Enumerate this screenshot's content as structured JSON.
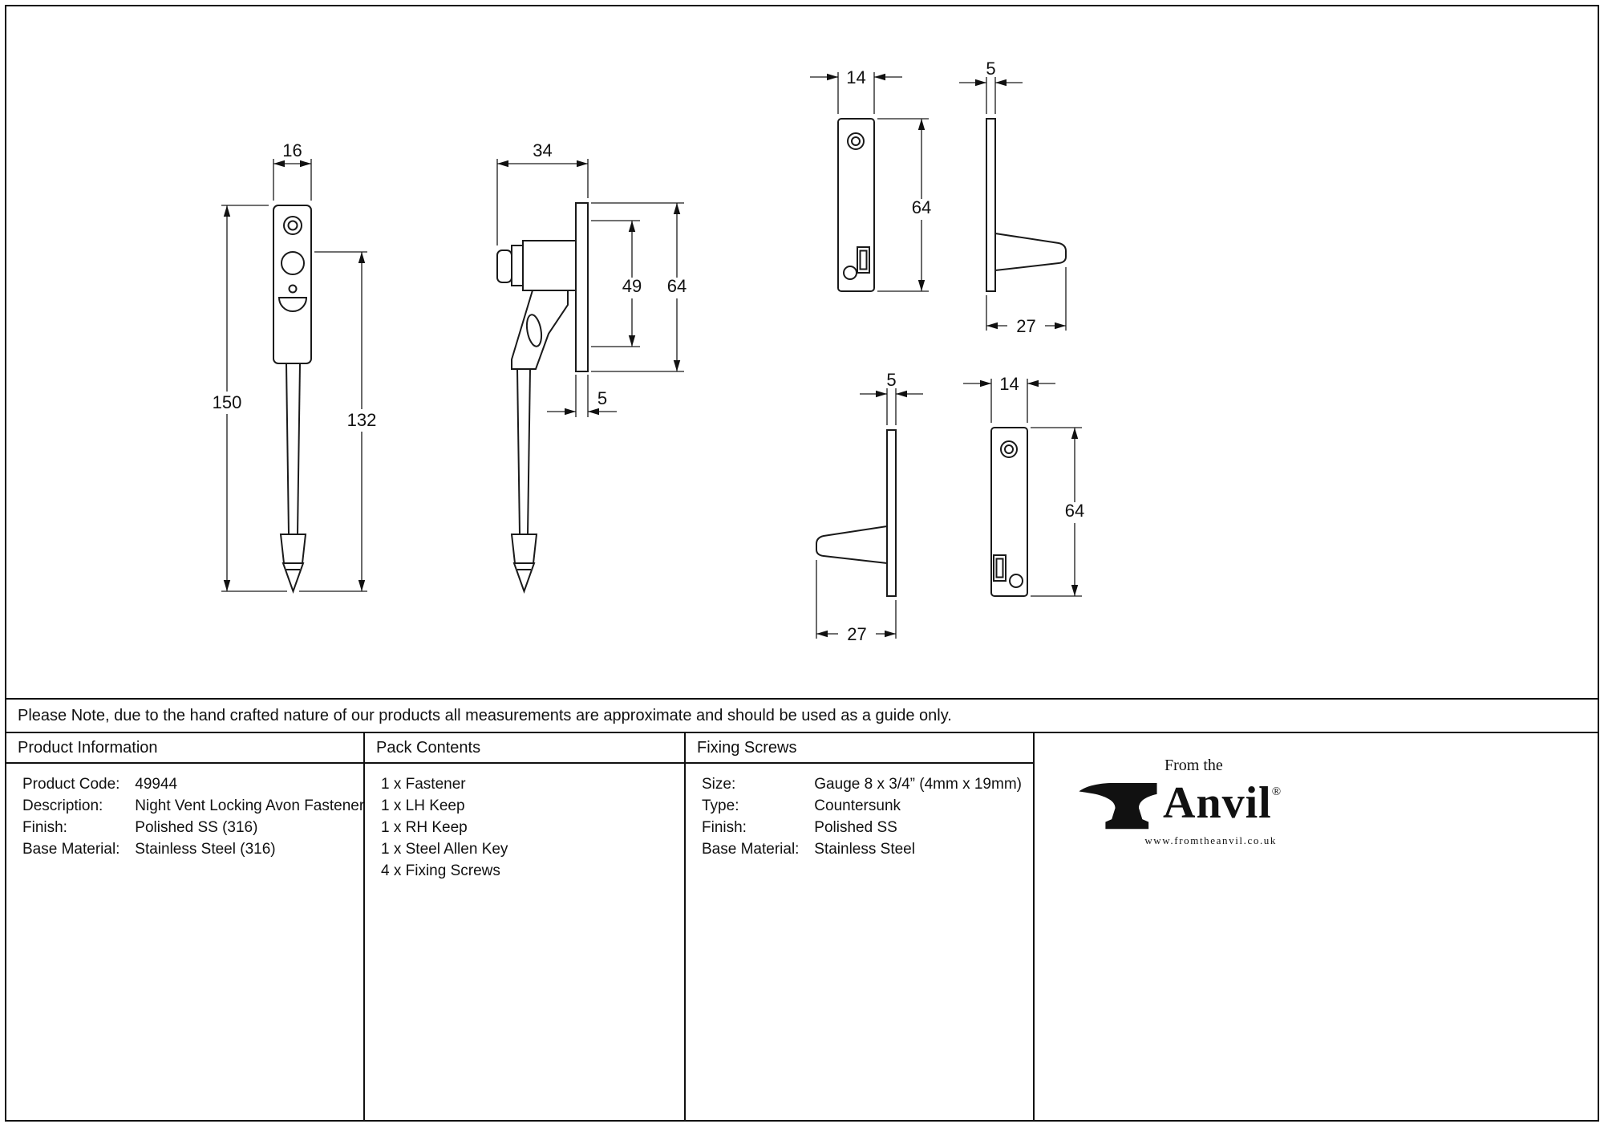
{
  "note": "Please Note, due to the hand crafted nature of our products all measurements are approximate and should be used as a guide only.",
  "dimensions": {
    "front_width": "16",
    "front_total_height": "150",
    "front_handle_height": "132",
    "side_width": "34",
    "side_inner_height": "49",
    "side_plate_height": "64",
    "side_plate_thickness": "5",
    "keep_lh_width": "14",
    "keep_lh_height": "64",
    "keep_side_rh_thickness": "5",
    "keep_side_rh_depth": "27",
    "keep_side_lh_thickness": "5",
    "keep_side_lh_depth": "27",
    "keep_rh_width": "14",
    "keep_rh_height": "64"
  },
  "table": {
    "product_information": {
      "header": "Product Information",
      "rows": [
        {
          "label": "Product Code:",
          "value": "49944"
        },
        {
          "label": "Description:",
          "value": "Night Vent Locking Avon Fastener"
        },
        {
          "label": "Finish:",
          "value": "Polished SS (316)"
        },
        {
          "label": "Base Material:",
          "value": "Stainless Steel (316)"
        }
      ]
    },
    "pack_contents": {
      "header": "Pack Contents",
      "items": [
        "1 x Fastener",
        "1 x LH Keep",
        "1 x RH Keep",
        "1 x Steel Allen Key",
        "4 x Fixing Screws"
      ]
    },
    "fixing_screws": {
      "header": "Fixing Screws",
      "rows": [
        {
          "label": "Size:",
          "value": "Gauge 8 x 3/4” (4mm x 19mm)"
        },
        {
          "label": "Type:",
          "value": "Countersunk"
        },
        {
          "label": "Finish:",
          "value": "Polished SS"
        },
        {
          "label": "Base Material:",
          "value": "Stainless Steel"
        }
      ]
    }
  },
  "logo": {
    "tagline": "From the",
    "brand": "Anvil",
    "registered": "®",
    "website": "www.fromtheanvil.co.uk"
  }
}
